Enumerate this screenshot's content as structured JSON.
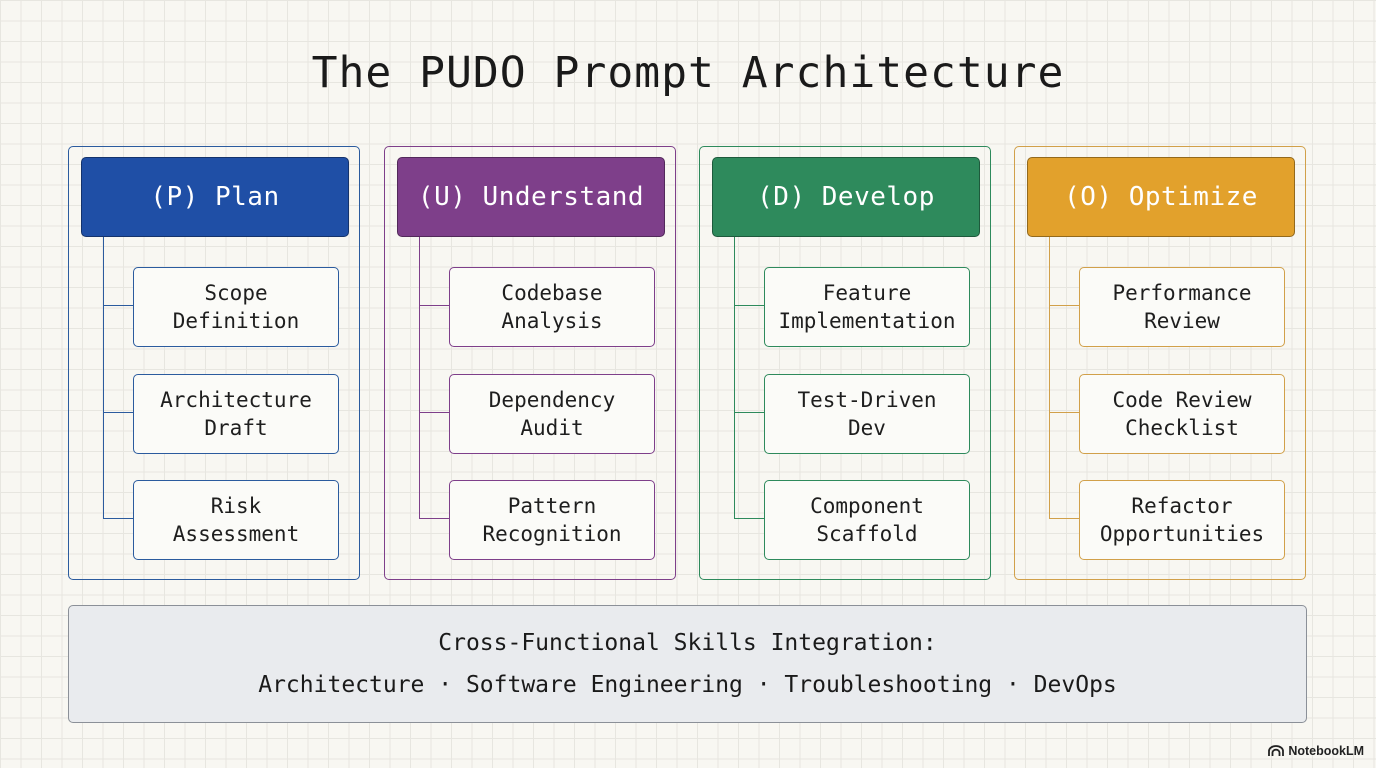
{
  "title": "The PUDO Prompt Architecture",
  "columns": [
    {
      "header": "(P) Plan",
      "color": "#1f4fa6",
      "border": "#2b5b9e",
      "items": [
        "Scope\nDefinition",
        "Architecture\nDraft",
        "Risk\nAssessment"
      ]
    },
    {
      "header": "(U) Understand",
      "color": "#7e3f8a",
      "border": "#7e3f8a",
      "items": [
        "Codebase\nAnalysis",
        "Dependency\nAudit",
        "Pattern\nRecognition"
      ]
    },
    {
      "header": "(D) Develop",
      "color": "#2e8a5c",
      "border": "#2e8a5c",
      "items": [
        "Feature\nImplementation",
        "Test-Driven\nDev",
        "Component\nScaffold"
      ]
    },
    {
      "header": "(O) Optimize",
      "color": "#e2a12c",
      "border": "#d1a04a",
      "items": [
        "Performance\nReview",
        "Code Review\nChecklist",
        "Refactor\nOpportunities"
      ]
    }
  ],
  "integration": {
    "title": "Cross-Functional Skills Integration:",
    "skills": "Architecture · Software Engineering · Troubleshooting · DevOps"
  },
  "brand": {
    "icon": "notebooklm-logo-icon",
    "label": "NotebookLM"
  }
}
